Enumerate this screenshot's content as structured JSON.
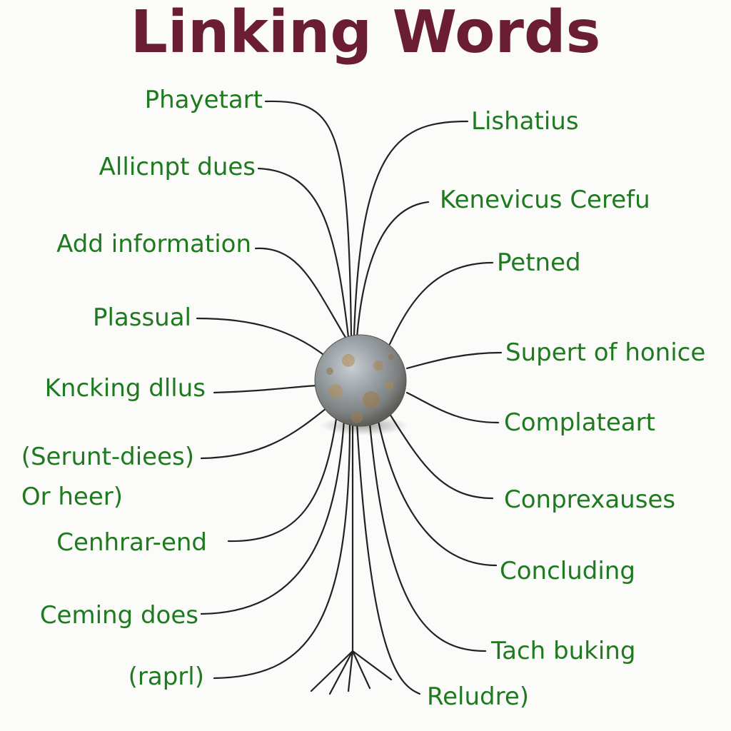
{
  "title": "Linking Words",
  "left_labels": [
    "Phayetart",
    "Allicnpt dues",
    "Add information",
    "Plassual",
    "Kncking dllus",
    "(Serunt-diees)",
    "Or heer)",
    "Cenhrar-end",
    "Ceming does",
    "(raprl)"
  ],
  "right_labels": [
    "Lishatius",
    "Kenevicus Cerefu",
    "Petned",
    "Supert of honice",
    "Complateart",
    "Conprexauses",
    "Concluding",
    "Tach buking",
    "Reludre)"
  ],
  "colors": {
    "title": "#6b1d33",
    "labels": "#1f7a1f",
    "lines": "#222222"
  }
}
